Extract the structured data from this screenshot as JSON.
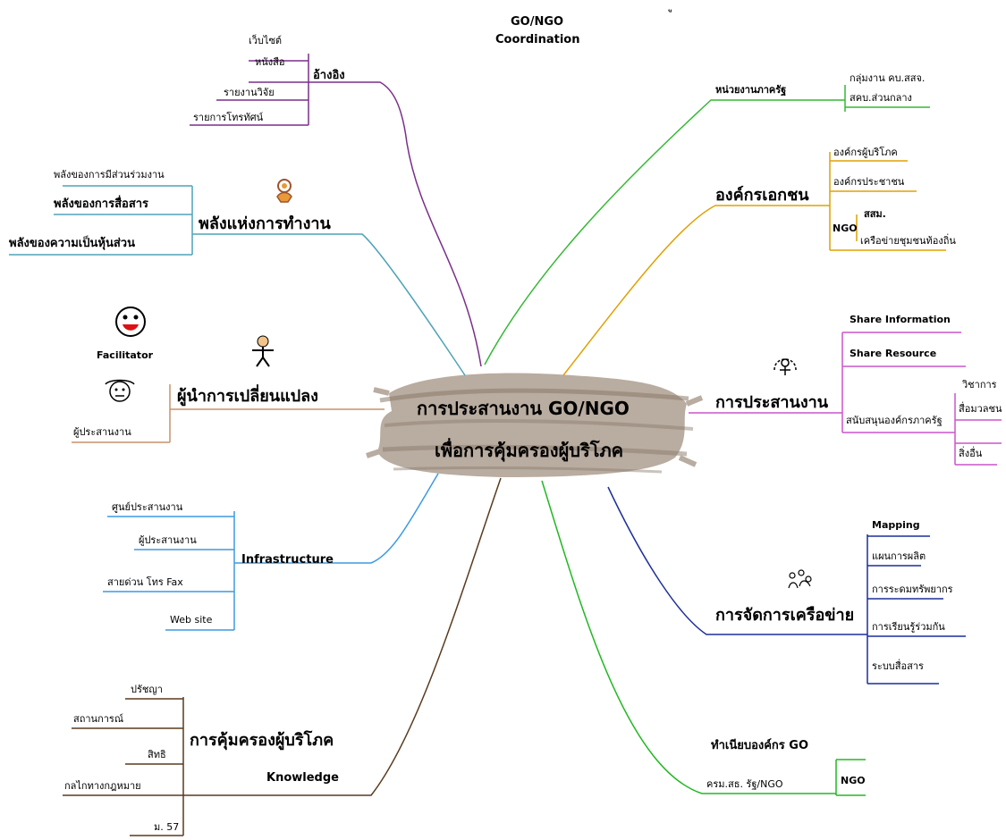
{
  "header": {
    "line1": "GO/NGO",
    "line2": "Coordination",
    "corner_mark": "ู"
  },
  "center": {
    "line1": "การประสานงาน GO/NGO",
    "line2": "เพื่อการคุ้มครองผู้บริโภค"
  },
  "branches": {
    "reference": {
      "label": "อ้างอิง",
      "items": [
        "เว็บไซต์",
        "หนังสือ",
        "รายงานวิจัย",
        "รายการโทรทัศน์"
      ]
    },
    "power": {
      "label": "พลังแห่งการทำงาน",
      "items": [
        "พลังของการมีส่วนร่วมงาน",
        "พลังของการสื่อสาร",
        "พลังของความเป็นหุ้นส่วน"
      ]
    },
    "change": {
      "label": "ผู้นำการเปลี่ยนแปลง",
      "items": [
        "Facilitator",
        "ผู้ประสานงาน"
      ]
    },
    "infrastructure": {
      "label": "Infrastructure",
      "items": [
        "ศูนย์ประสานงาน",
        "ผู้ประสานงาน",
        "สายด่วน โทร Fax",
        "Web site"
      ]
    },
    "knowledge": {
      "label": "การคุ้มครองผู้บริโภค",
      "sublabel": "Knowledge",
      "items": [
        "ปรัชญา",
        "สถานการณ์",
        "สิทธิ",
        "กลไกทางกฎหมาย",
        "ม. 57"
      ]
    },
    "government": {
      "label": "หน่วยงานภาครัฐ",
      "items": [
        "กลุ่มงาน คบ.สสจ.",
        "สคบ.ส่วนกลาง"
      ]
    },
    "private": {
      "label": "องค์กรเอกชน",
      "items": [
        "องค์กรผู้บริโภค",
        "องค์กรประชาชน",
        "สสม.",
        "เครือข่ายชุมชนท้องถิ่น"
      ],
      "ngo": "NGO"
    },
    "coordination": {
      "label": "การประสานงาน",
      "items": [
        "Share Information",
        "Share Resource",
        "สนับสนุนองค์กรภาครัฐ",
        "วิชาการ",
        "สื่อมวลชน",
        "สิ่งอื่น"
      ]
    },
    "network": {
      "label": "การจัดการเครือข่าย",
      "items": [
        "Mapping",
        "แผนการผลิต",
        "การระดมทรัพยากร",
        "การเรียนรู้ร่วมกัน",
        "ระบบสื่อสาร"
      ]
    },
    "roles": {
      "label": "ทำเนียบองค์กร GO",
      "sublabel": "ครม.สธ. รัฐ/NGO",
      "items": [
        "NGO"
      ]
    }
  },
  "colors": {
    "reference": "#7a2f8a",
    "power": "#4fa3b8",
    "change": "#c8906c",
    "infrastructure": "#3d9ae0",
    "knowledge": "#5a3a1e",
    "government": "#33b833",
    "private": "#e0a000",
    "coordination": "#cc55cc",
    "network": "#1c2f9a",
    "roles": "#22b822",
    "center_blob": "#b9aca0"
  },
  "icons": [
    "monkey-icon",
    "figure-icon",
    "smiley-icon",
    "face-icon",
    "juggler-icon",
    "crowd-icon"
  ]
}
